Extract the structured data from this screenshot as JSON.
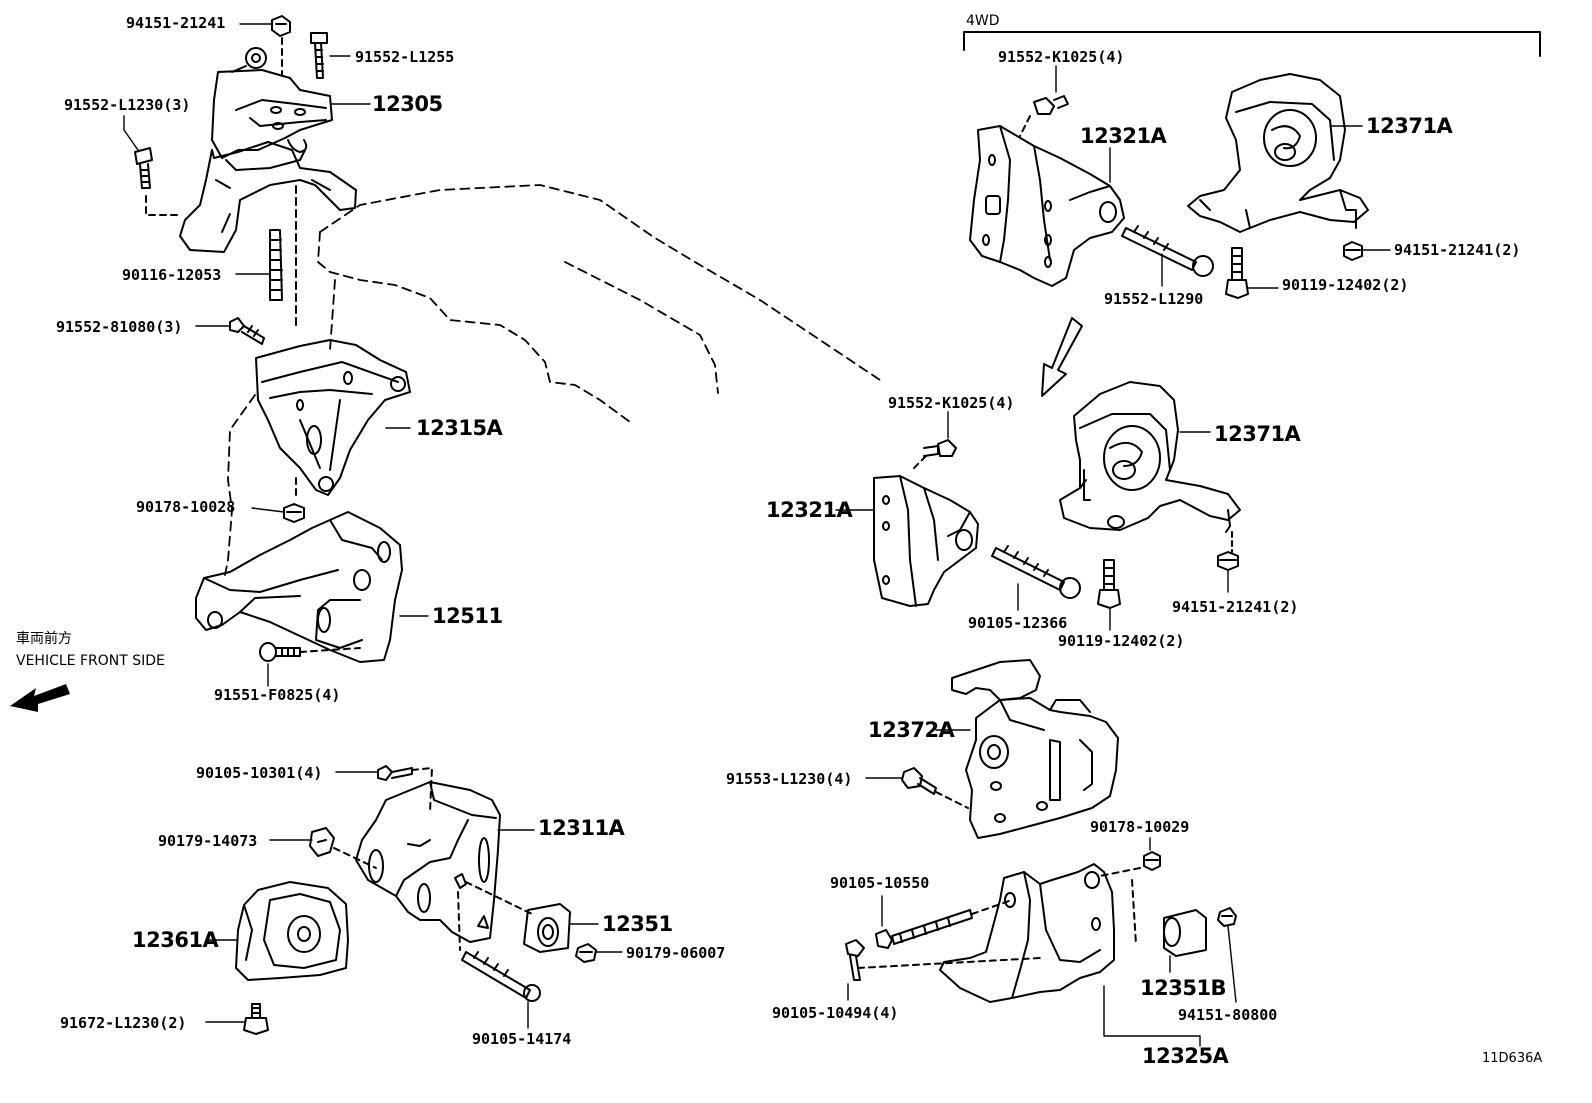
{
  "figure_id": "11D636A",
  "direction": {
    "jp": "車両前方",
    "en": "VEHICLE FRONT SIDE",
    "icon": "arrow-left-icon"
  },
  "group_label": "4WD",
  "parts": {
    "p94151_21241_top": "94151-21241",
    "p91552_l1255": "91552-L1255",
    "p91552_l1230": "91552-L1230(3)",
    "p12305": "12305",
    "p90116_12053": "90116-12053",
    "p91552_81080": "91552-81080(3)",
    "p12315a": "12315A",
    "p90178_10028": "90178-10028",
    "p12511": "12511",
    "p91551_f0825": "91551-F0825(4)",
    "p90105_10301": "90105-10301(4)",
    "p90179_14073": "90179-14073",
    "p12311a": "12311A",
    "p12361a": "12361A",
    "p12351": "12351",
    "p90179_06007": "90179-06007",
    "p91672_l1230": "91672-L1230(2)",
    "p90105_14174": "90105-14174",
    "p91552_k1025_4wd": "91552-K1025(4)",
    "p12321a_4wd": "12321A",
    "p12371a_4wd": "12371A",
    "p94151_21241_4wd": "94151-21241(2)",
    "p90119_12402_4wd": "90119-12402(2)",
    "p91552_l1290": "91552-L1290",
    "p91552_k1025": "91552-K1025(4)",
    "p12371a": "12371A",
    "p12321a": "12321A",
    "p94151_21241": "94151-21241(2)",
    "p90105_12366": "90105-12366",
    "p90119_12402": "90119-12402(2)",
    "p12372a": "12372A",
    "p91553_l1230": "91553-L1230(4)",
    "p90178_10029": "90178-10029",
    "p90105_10550": "90105-10550",
    "p90105_10494": "90105-10494(4)",
    "p12351b": "12351B",
    "p94151_80800": "94151-80800",
    "p12325a": "12325A"
  }
}
